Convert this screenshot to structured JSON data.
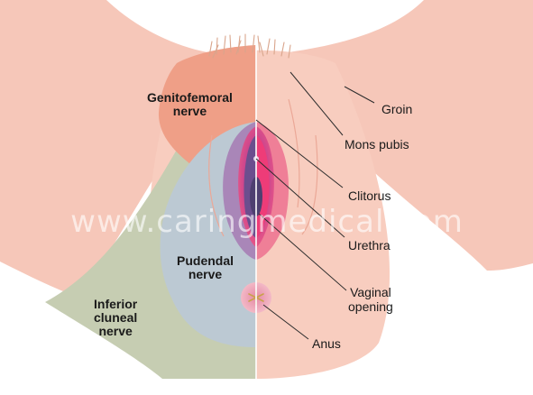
{
  "regions": {
    "genitofemoral": "Genitofemoral\nnerve",
    "pudendal": "Pudendal\nnerve",
    "inferior_cluneal": "Inferior\ncluneal\nnerve"
  },
  "callouts": {
    "groin": "Groin",
    "mons_pubis": "Mons pubis",
    "clitorus": "Clitorus",
    "urethra": "Urethra",
    "vaginal_opening": "Vaginal\nopening",
    "anus": "Anus"
  },
  "watermark": "www.caringmedical.com",
  "colors": {
    "skin": "#f6c7b9",
    "genitofemoral": "#ef9f87",
    "pudendal": "#bcc9d3",
    "inferior_cluneal": "#c6cdb2",
    "labia_inner": "#e9427a",
    "labia_purple": "#8f5f9f"
  }
}
